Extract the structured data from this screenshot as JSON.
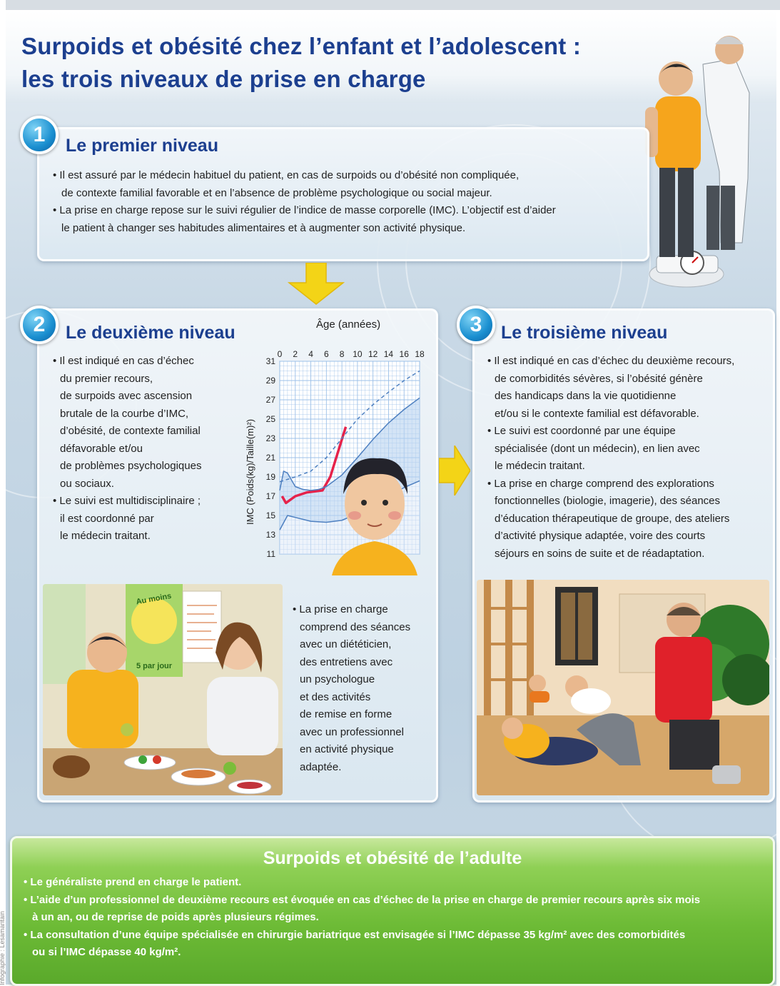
{
  "title": {
    "line1": "Surpoids et obésité chez l’enfant et l’adolescent :",
    "line2": "les trois niveaux de prise en charge"
  },
  "level1": {
    "number": "1",
    "heading": "Le premier niveau",
    "lines": [
      "• Il est assuré par le médecin habituel du patient, en cas de surpoids ou d’obésité non compliquée,",
      "de contexte familial favorable et en l’absence de problème psychologique ou social majeur.",
      "• La prise en charge repose sur le suivi régulier de l’indice de masse corporelle (IMC). L’objectif est d’aider",
      "le patient à changer ses habitudes alimentaires et à augmenter son activité physique."
    ]
  },
  "level2": {
    "number": "2",
    "heading": "Le deuxième niveau",
    "lines": [
      "• Il est indiqué en cas d’échec",
      "du premier recours,",
      "de surpoids avec ascension",
      "brutale de la courbe d’IMC,",
      "d’obésité, de contexte familial",
      "défavorable et/ou",
      "de problèmes psychologiques",
      "ou sociaux.",
      "• Le suivi est multidisciplinaire ;",
      "il est coordonné par",
      "le médecin traitant."
    ],
    "care_lines": [
      "• La prise en charge",
      "comprend des séances",
      "avec un diététicien,",
      "des entretiens avec",
      "un psychologue",
      "et des activités",
      "de remise en forme",
      "avec un professionnel",
      "en activité physique",
      "adaptée."
    ],
    "poster_text": [
      "Au moins",
      "5 par jour"
    ]
  },
  "level3": {
    "number": "3",
    "heading": "Le troisième niveau",
    "lines": [
      "• Il est indiqué en cas d’échec du deuxième recours,",
      "de comorbidités sévères, si l’obésité génère",
      "des handicaps dans la vie quotidienne",
      "et/ou si le contexte familial est défavorable.",
      "• Le suivi est coordonné par une équipe",
      "spécialisée (dont un médecin), en lien avec",
      "le médecin traitant.",
      "• La prise en charge comprend des explorations",
      "fonctionnelles (biologie, imagerie), des séances",
      "d’éducation thérapeutique de groupe, des ateliers",
      "d’activité physique adaptée, voire des courts",
      "séjours en soins de suite et de réadaptation."
    ]
  },
  "chart_data": {
    "type": "line",
    "xlabel": "Âge (années)",
    "ylabel": "IMC (Poids(kg)/Taille(m)²)",
    "x_ticks": [
      "0",
      "2",
      "4",
      "6",
      "8",
      "10",
      "12",
      "14",
      "16",
      "18"
    ],
    "y_ticks": [
      "31",
      "29",
      "27",
      "25",
      "23",
      "21",
      "19",
      "17",
      "15",
      "13",
      "11"
    ],
    "xlim": [
      0,
      18
    ],
    "ylim": [
      11,
      31
    ],
    "series": [
      {
        "color": "#e6224a",
        "x": [
          0.3,
          0.8,
          2,
          3.5,
          5.5,
          6.5,
          8.5
        ],
        "y": [
          17.0,
          16.3,
          17.0,
          17.4,
          17.6,
          19.0,
          24.2
        ]
      },
      {
        "style": "upper-curve",
        "color": "#4d7fc0",
        "x": [
          0,
          0.5,
          1,
          2,
          3,
          4,
          5,
          6,
          8,
          10,
          12,
          14,
          16,
          18
        ],
        "y": [
          17.6,
          19.6,
          19.4,
          18.0,
          17.7,
          17.6,
          17.7,
          18.0,
          19.2,
          21.0,
          22.9,
          24.6,
          26.0,
          27.2
        ]
      },
      {
        "style": "upper-dashed",
        "color": "#4d7fc0",
        "x": [
          0,
          2,
          4,
          6,
          8,
          10,
          12,
          14,
          16,
          18
        ],
        "y": [
          18.5,
          19.0,
          19.6,
          21.0,
          23.0,
          25.0,
          26.5,
          27.8,
          29.0,
          30.0
        ]
      },
      {
        "style": "lower-curve",
        "color": "#4d7fc0",
        "x": [
          0,
          1,
          2,
          4,
          6,
          8,
          10,
          12,
          14,
          16,
          18
        ],
        "y": [
          13.5,
          15.0,
          14.8,
          14.4,
          14.3,
          14.5,
          15.2,
          16.0,
          17.0,
          17.9,
          18.6
        ]
      }
    ]
  },
  "adult": {
    "heading": "Surpoids et obésité de l’adulte",
    "lines": [
      "• Le généraliste prend en charge le patient.",
      "• L’aide d’un professionnel de deuxième recours est évoquée en cas d’échec de la prise en charge de premier recours après six mois",
      "à un an, ou de reprise de poids après plusieurs régimes.",
      "• La consultation d’une équipe spécialisée en chirurgie bariatrique est envisagée si l’IMC dépasse 35 kg/m² avec des comorbidités",
      "ou si l’IMC dépasse 40 kg/m²."
    ]
  },
  "credit": "Infographie : Lesamaritain",
  "colors": {
    "title_blue": "#1c3f8f",
    "badge_blue": "#1a8fd0",
    "arrow_yellow": "#f3d417",
    "adult_green": "#6dbb36",
    "curve_red": "#e6224a",
    "grid_blue": "#6e9fd8"
  }
}
